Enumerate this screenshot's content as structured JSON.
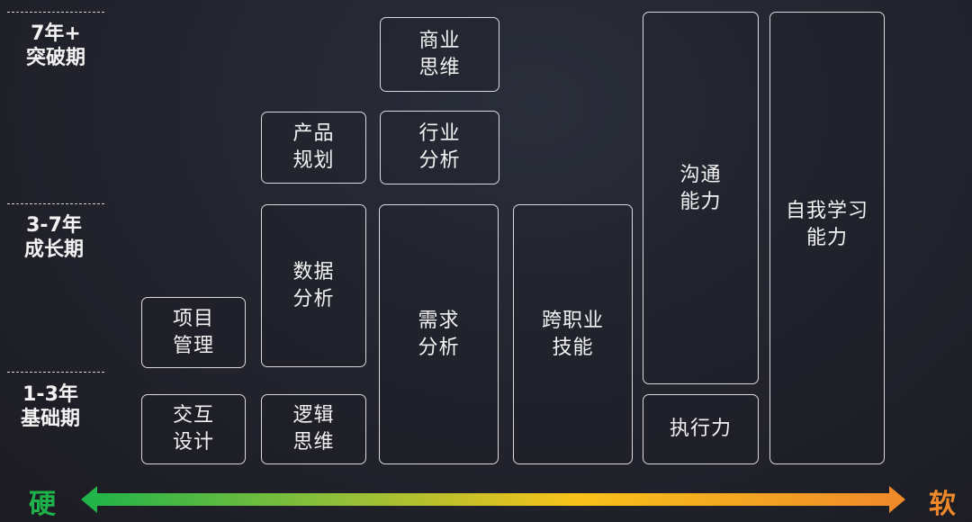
{
  "stages": [
    {
      "years": "7年+",
      "name": "突破期"
    },
    {
      "years": "3-7年",
      "name": "成长期"
    },
    {
      "years": "1-3年",
      "name": "基础期"
    }
  ],
  "skills": {
    "business_thinking": "商业\n思维",
    "product_planning": "产品\n规划",
    "industry_analysis": "行业\n分析",
    "data_analysis": "数据\n分析",
    "requirement_analysis": "需求\n分析",
    "cross_functional_skills": "跨职业\n技能",
    "communication": "沟通\n能力",
    "self_learning": "自我学习\n能力",
    "project_management": "项目\n管理",
    "interaction_design": "交互\n设计",
    "logical_thinking": "逻辑\n思维",
    "execution": "执行力"
  },
  "axis": {
    "hard_label": "硬",
    "soft_label": "软",
    "hard_color": "#1db34a",
    "mid_color": "#f8c21a",
    "soft_color": "#f0892a"
  }
}
